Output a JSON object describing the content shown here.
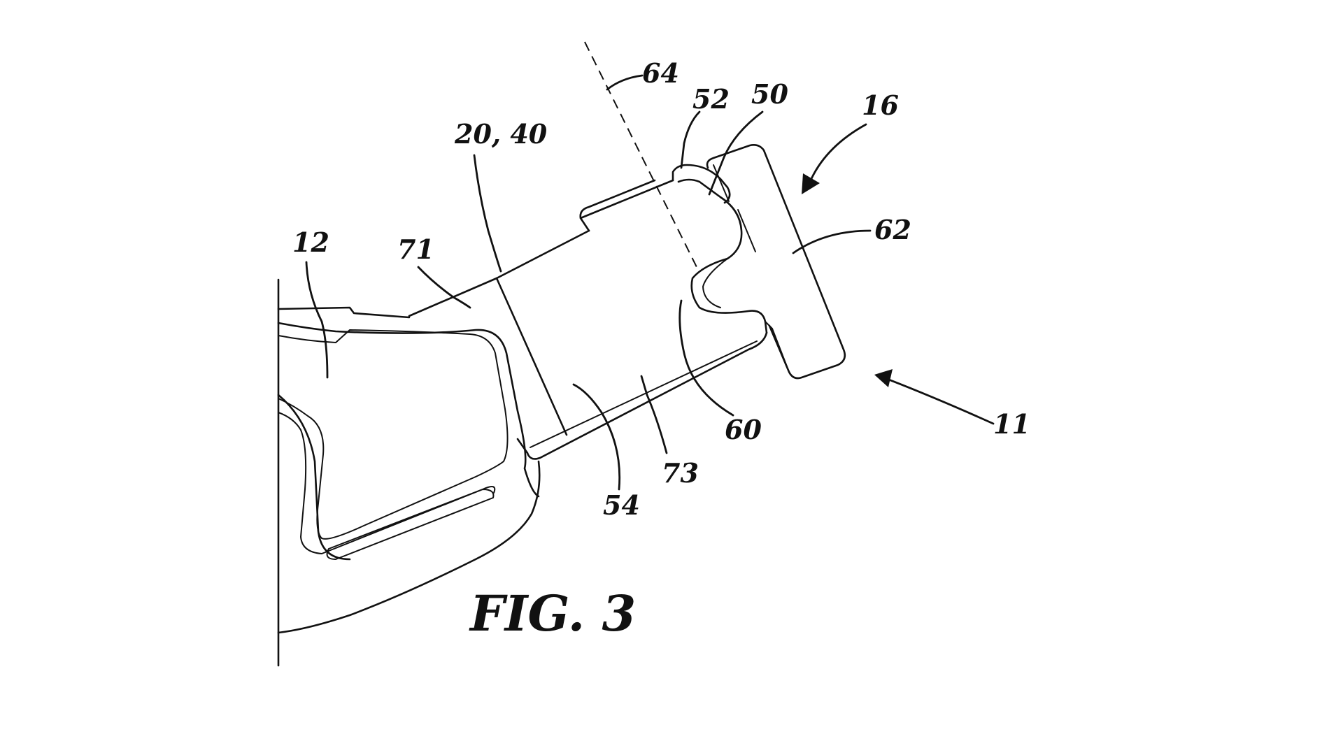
{
  "figure": {
    "caption": "FIG. 3",
    "reference_numerals": {
      "r12": "12",
      "r71": "71",
      "r20_40": "20, 40",
      "r64": "64",
      "r52": "52",
      "r50": "50",
      "r16": "16",
      "r62": "62",
      "r60": "60",
      "r11": "11",
      "r73": "73",
      "r54": "54"
    },
    "colors": {
      "line": "#111111",
      "background": "#ffffff"
    }
  }
}
